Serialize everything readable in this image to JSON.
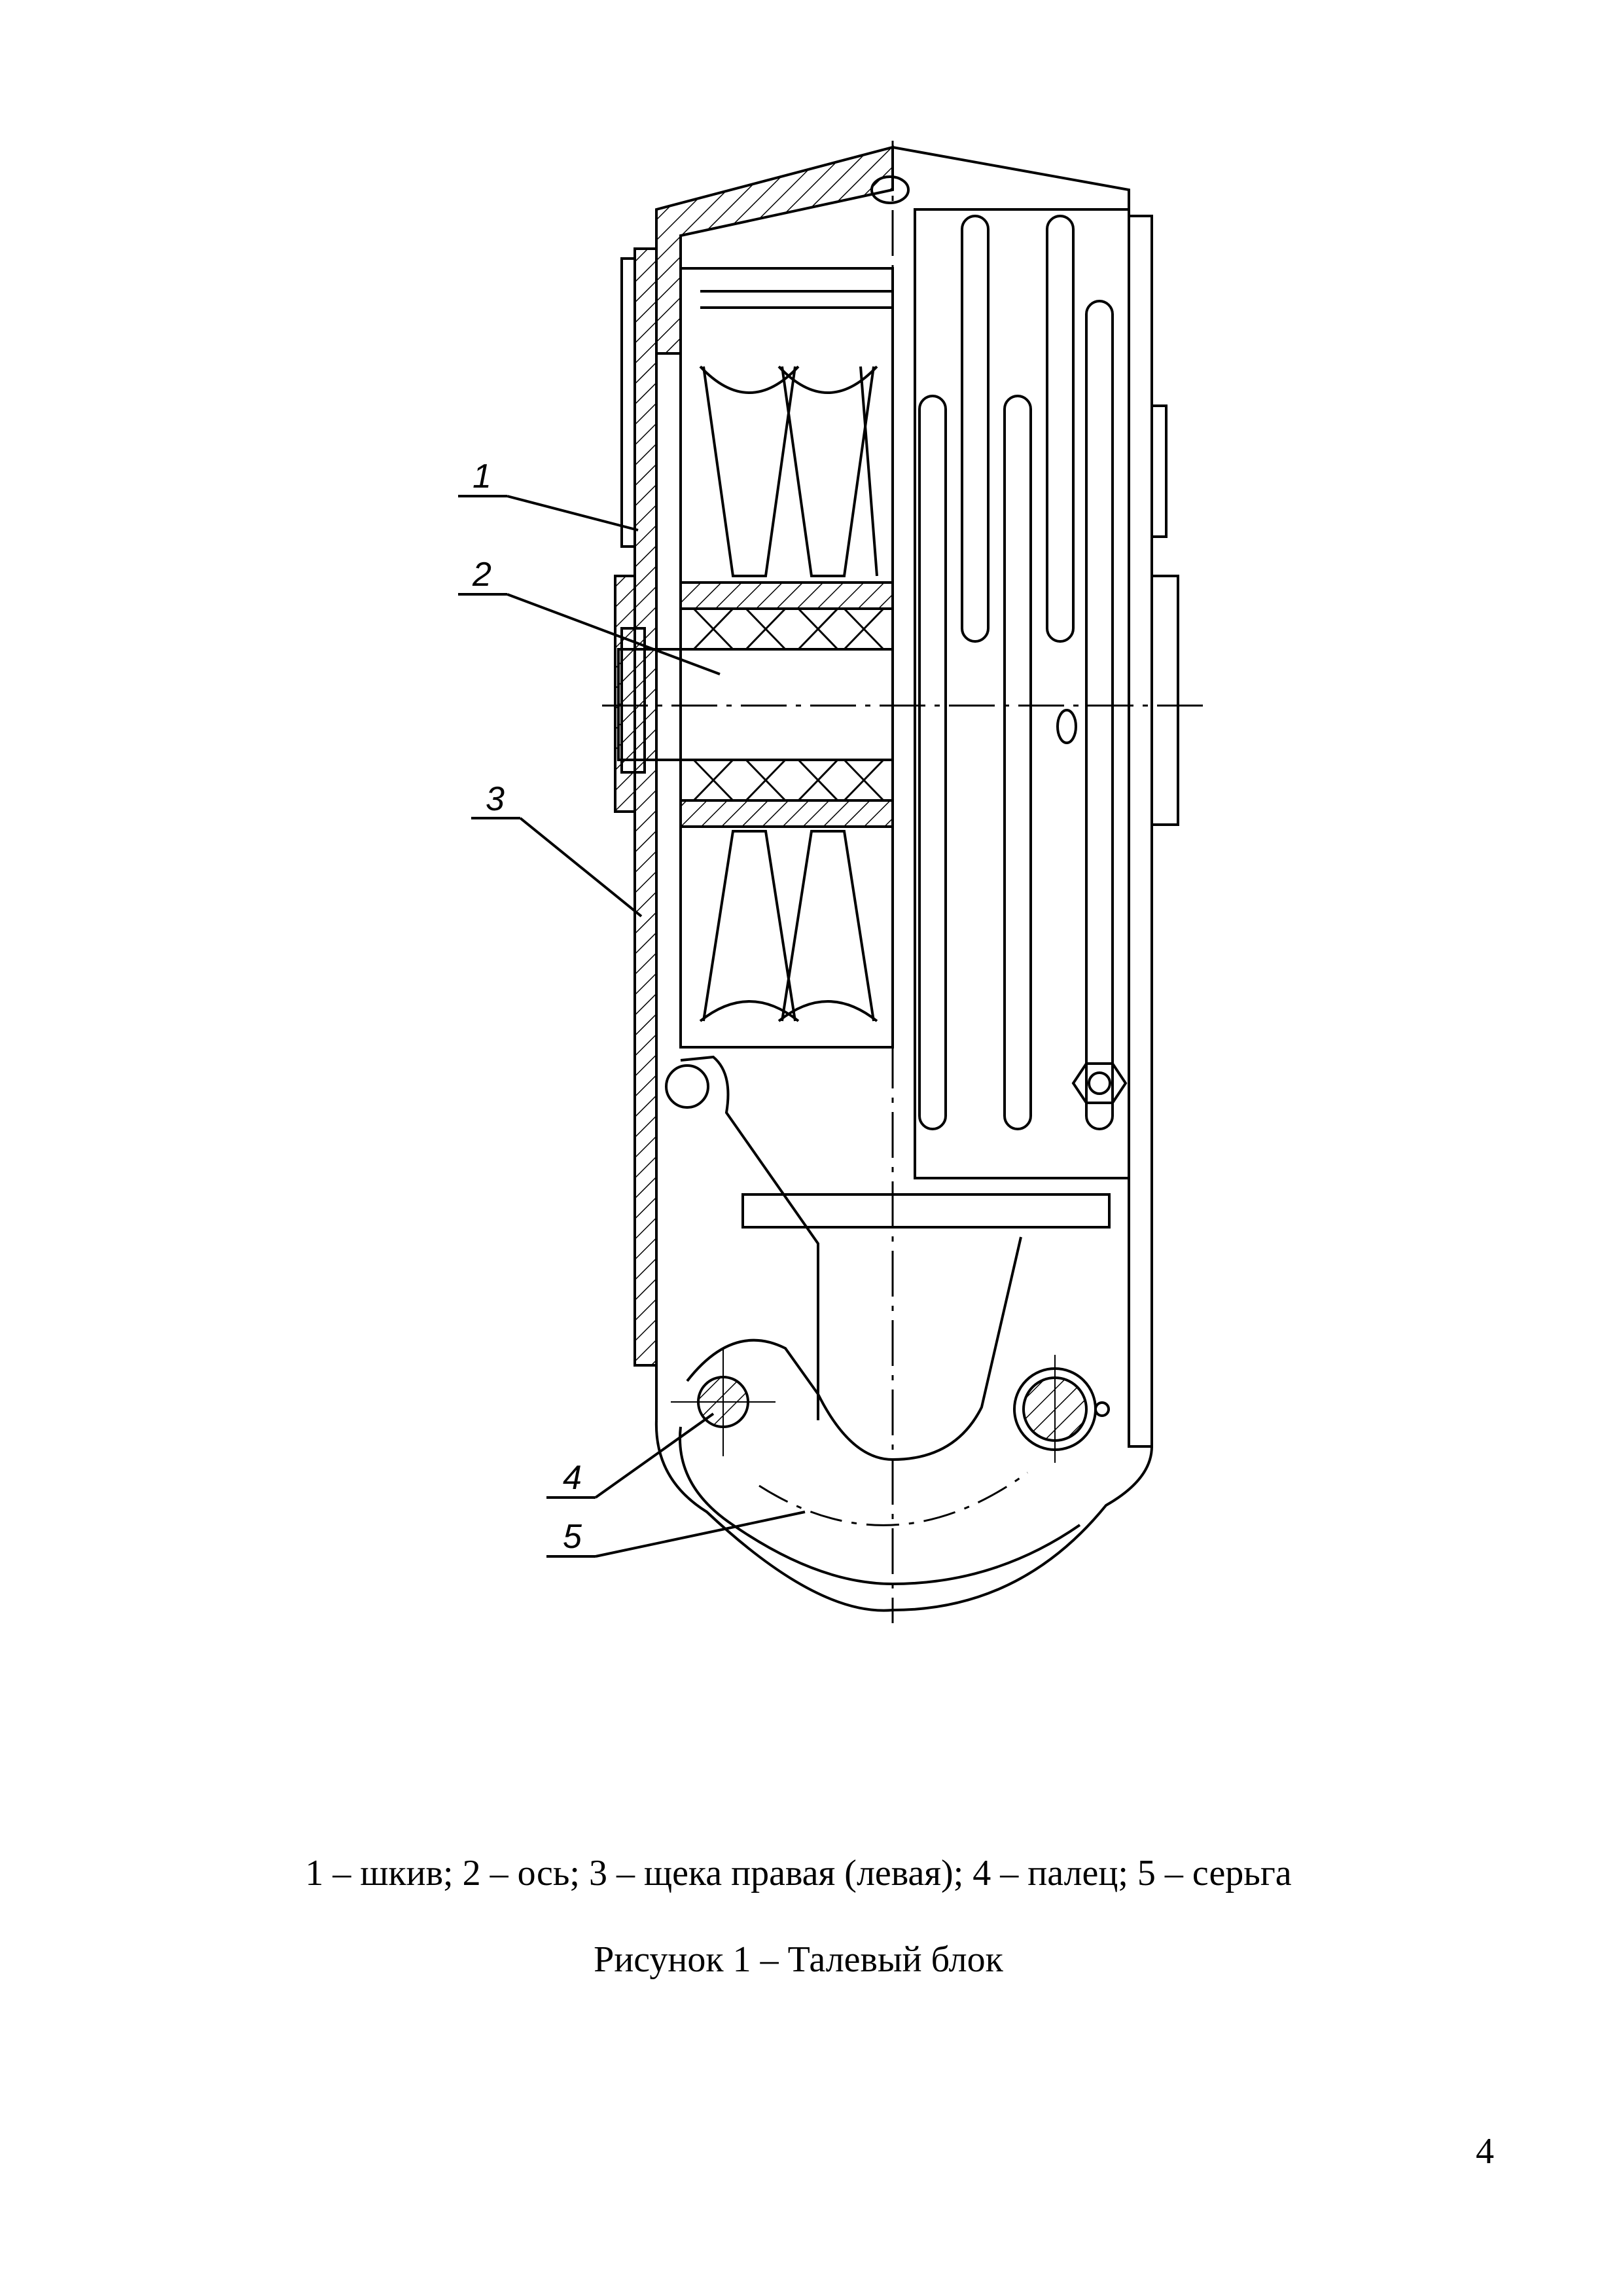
{
  "figure": {
    "labels": [
      "1",
      "2",
      "3",
      "4",
      "5"
    ],
    "legend": "1 – шкив; 2 – ось; 3 – щека правая (левая); 4 – палец; 5 – серьга",
    "title": "Рисунок 1 – Талевый блок"
  },
  "page_number": "4"
}
